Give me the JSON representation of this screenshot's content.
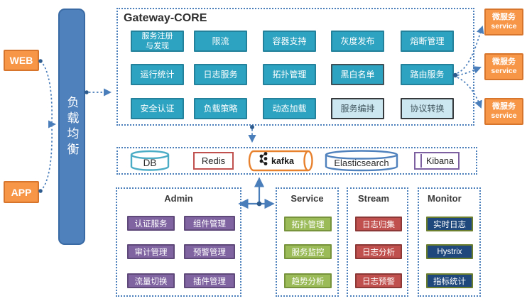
{
  "clients": {
    "web_label": "WEB",
    "app_label": "APP"
  },
  "load_balancer": {
    "label": "负载均衡"
  },
  "gateway": {
    "title": "Gateway-CORE",
    "modules": [
      {
        "label": "服务注册",
        "label2": "与发现"
      },
      {
        "label": "限流"
      },
      {
        "label": "容器支持"
      },
      {
        "label": "灰度发布"
      },
      {
        "label": "熔断管理"
      },
      {
        "label": "运行统计"
      },
      {
        "label": "日志服务"
      },
      {
        "label": "拓扑管理"
      },
      {
        "label": "黑白名单"
      },
      {
        "label": "路由服务"
      },
      {
        "label": "安全认证"
      },
      {
        "label": "负载策略"
      },
      {
        "label": "动态加载"
      },
      {
        "label": "服务编排"
      },
      {
        "label": "协议转换"
      }
    ]
  },
  "microservices": [
    {
      "label": "微服务",
      "sublabel": "service"
    },
    {
      "label": "微服务",
      "sublabel": "service"
    },
    {
      "label": "微服务",
      "sublabel": "service"
    }
  ],
  "middleware": {
    "db": "DB",
    "redis": "Redis",
    "kafka": "kafka",
    "elasticsearch": "Elasticsearch",
    "kibana": "Kibana"
  },
  "panels": {
    "admin": {
      "title": "Admin",
      "modules": [
        "认证服务",
        "组件管理",
        "审计管理",
        "预警管理",
        "流量切换",
        "插件管理"
      ]
    },
    "service": {
      "title": "Service",
      "modules": [
        "拓扑管理",
        "服务监控",
        "趋势分析"
      ]
    },
    "stream": {
      "title": "Stream",
      "modules": [
        "日志归集",
        "日志分析",
        "日志预警"
      ]
    },
    "monitor": {
      "title": "Monitor",
      "modules": [
        "实时日志",
        "Hystrix",
        "指标统计"
      ]
    }
  },
  "colors": {
    "teal_module": "#2ea3c1",
    "orange": "#f79646",
    "lb_blue": "#4f81bd",
    "purple": "#8064a2",
    "green": "#9bbb59",
    "red": "#c0504d",
    "navy": "#1f497d",
    "connector_blue": "#4a7ebb"
  }
}
